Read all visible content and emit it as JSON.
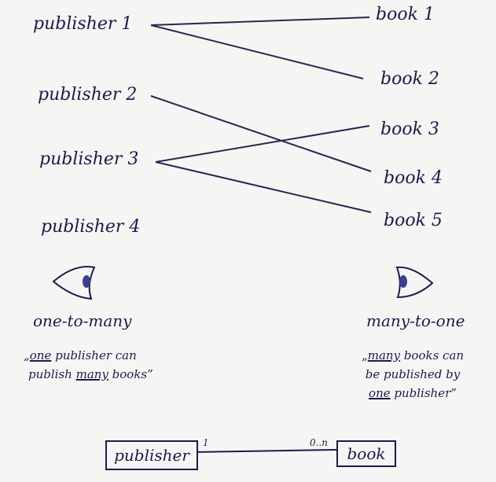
{
  "publishers": [
    "publisher 1",
    "publisher 2",
    "publisher 3",
    "publisher 4"
  ],
  "books": [
    "book 1",
    "book 2",
    "book 3",
    "book 4",
    "book 5"
  ],
  "links": [
    {
      "from": "publisher 1",
      "to": "book 1"
    },
    {
      "from": "publisher 1",
      "to": "book 2"
    },
    {
      "from": "publisher 2",
      "to": "book 4"
    },
    {
      "from": "publisher 3",
      "to": "book 3"
    },
    {
      "from": "publisher 3",
      "to": "book 5"
    }
  ],
  "left_view": {
    "icon": "eye-icon",
    "title": "one-to-many",
    "quote_line1_pre": "„",
    "quote_line1_u": "one",
    "quote_line1_post": " publisher can",
    "quote_line2_pre": "publish ",
    "quote_line2_u": "many",
    "quote_line2_post": " books”"
  },
  "right_view": {
    "icon": "eye-icon",
    "title": "many-to-one",
    "quote_line1_pre": "„",
    "quote_line1_u": "many",
    "quote_line1_post": " books can",
    "quote_line2": "be published by",
    "quote_line3_u": "one",
    "quote_line3_post": " publisher”"
  },
  "uml": {
    "left_label": "publisher",
    "right_label": "book",
    "left_card": "1",
    "right_card": "0..n"
  },
  "ink_color": "#1d1a4a"
}
